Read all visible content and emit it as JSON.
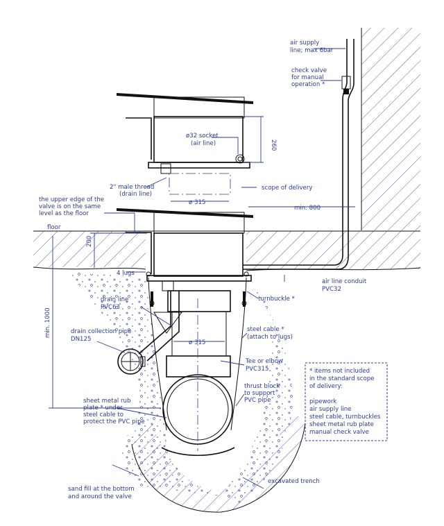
{
  "labels": {
    "air_supply": [
      "air supply",
      "line; max 6bar"
    ],
    "check_valve": [
      "check valve",
      "for manual",
      "operation *"
    ],
    "socket": [
      "ø32 socket",
      "(air line)"
    ],
    "dim_260": "260",
    "male_thread": [
      "2\" male thread",
      "(drain line)"
    ],
    "scope_of_delivery": "scope of delivery",
    "dia_315_top": "ø 315",
    "upper_edge": [
      "the upper edge of the",
      "valve is on the same",
      "level as the floor"
    ],
    "min_800": "min. 800",
    "floor": "floor",
    "dim_200": "200",
    "lugs": "4 lugs",
    "air_line_conduit": [
      "air line conduit",
      "PVC32"
    ],
    "turnbuckle": "turnbuckle *",
    "drain_line": [
      "drain line",
      "PVC63"
    ],
    "min_1000": "min. 1000",
    "drain_collection": [
      "drain collection pipe",
      "DN125"
    ],
    "dia_315_mid": "ø 315",
    "steel_cable": [
      "steel cable *",
      "(attach to lugs)"
    ],
    "tee_elbow": [
      "Tee or elbow",
      "PVC315"
    ],
    "thrust_block": [
      "thrust block",
      "to support",
      "PVC pipe"
    ],
    "rub_plate": [
      "sheet metal rub",
      "plate * under",
      "steel cable to",
      "protect the PVC pipe"
    ],
    "sand_fill": [
      "sand fill at the bottom",
      "and around the valve"
    ],
    "excavated_trench": "excavated trench"
  },
  "notes_box": {
    "lines": [
      "* items not included",
      "in the standard scope",
      "of delivery:",
      "",
      "pipework",
      "air supply line",
      "steel cable, turnbuckles",
      "sheet metal rub plate",
      "manual check valve"
    ]
  },
  "colors": {
    "annotation": "#2b3a9c",
    "ink": "#111111"
  }
}
